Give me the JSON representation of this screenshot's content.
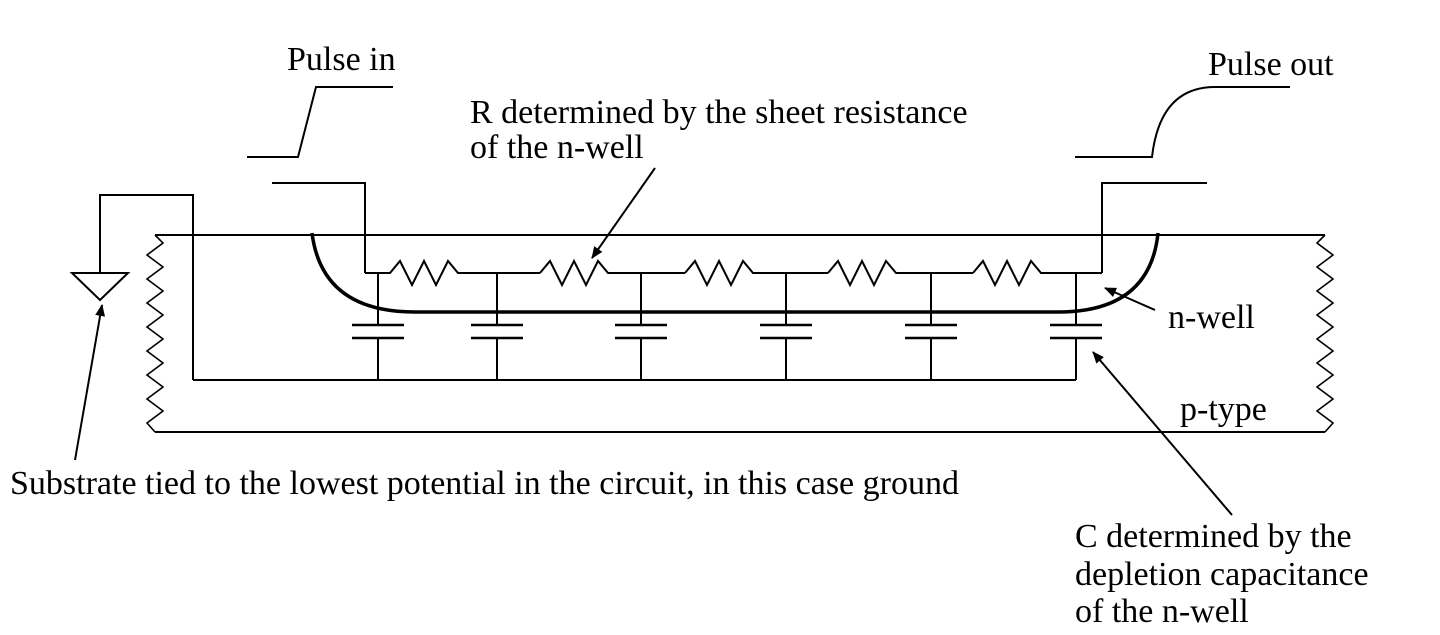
{
  "labels": {
    "pulse_in": "Pulse in",
    "pulse_out": "Pulse out",
    "r_line1": "R determined by the sheet resistance",
    "r_line2": "of the n-well",
    "n_well": "n-well",
    "p_type": "p-type",
    "substrate": "Substrate tied to the lowest potential in the circuit, in this case ground",
    "c_line1": "C determined by the",
    "c_line2": "depletion capacitance",
    "c_line3": "of the n-well"
  },
  "colors": {
    "stroke": "#000000",
    "background": "#ffffff"
  },
  "components": {
    "resistor_count": 5,
    "capacitor_count": 6,
    "ground_icon": "ground-symbol-icon"
  }
}
